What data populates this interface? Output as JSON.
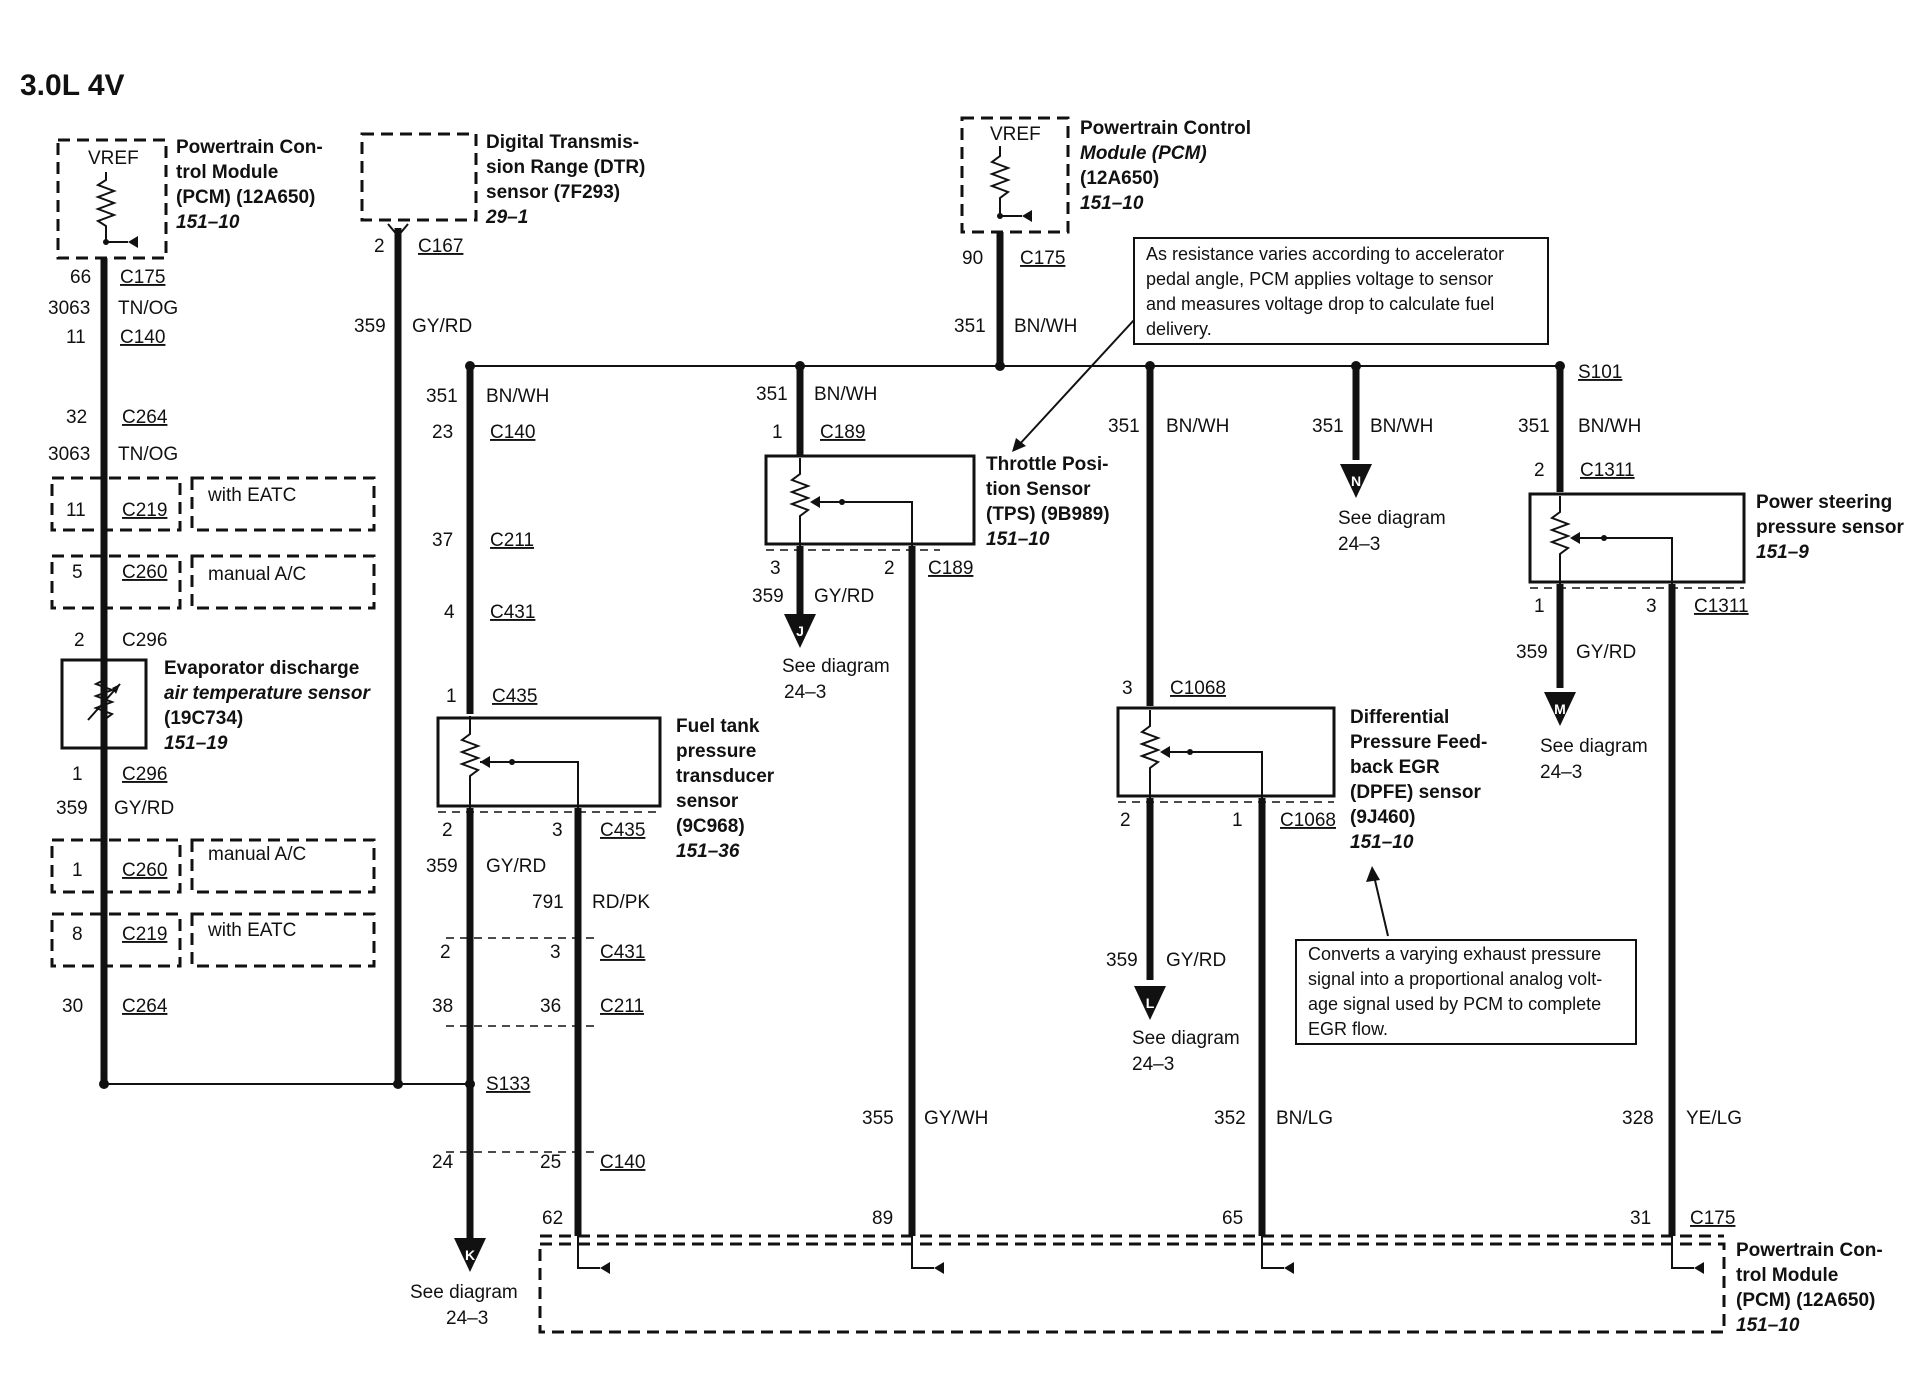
{
  "title": "3.0L 4V",
  "components": {
    "pcm_left": [
      "Powertrain Con-",
      "trol Module",
      "(PCM) (12A650)"
    ],
    "pcm_left_ref": "151–10",
    "pcm_vref_left": "VREF",
    "dtr": [
      "Digital Transmis-",
      "sion Range (DTR)",
      "sensor (7F293)"
    ],
    "dtr_ref": "29–1",
    "pcm_top": [
      "Powertrain Control",
      "Module (PCM)",
      "(12A650)"
    ],
    "pcm_top_ref": "151–10",
    "pcm_vref_top": "VREF",
    "evap": [
      "Evaporator discharge",
      "air temperature sensor",
      "(19C734)"
    ],
    "evap_ref": "151–19",
    "ftp": [
      "Fuel tank",
      "pressure",
      "transducer",
      "sensor",
      "(9C968)"
    ],
    "ftp_ref": "151–36",
    "tps": [
      "Throttle Posi-",
      "tion Sensor",
      "(TPS) (9B989)"
    ],
    "tps_ref": "151–10",
    "dpfe": [
      "Differential",
      "Pressure Feed-",
      "back EGR",
      "(DPFE) sensor",
      "(9J460)"
    ],
    "dpfe_ref": "151–10",
    "psp": [
      "Power steering",
      "pressure sensor"
    ],
    "psp_ref": "151–9",
    "pcm_bottom": [
      "Powertrain Con-",
      "trol Module",
      "(PCM) (12A650)"
    ],
    "pcm_bottom_ref": "151–10"
  },
  "notes": {
    "tps_note": [
      "As resistance varies according to accelerator",
      "pedal angle, PCM applies voltage to sensor",
      "and measures voltage drop to calculate fuel",
      "delivery."
    ],
    "dpfe_note": [
      "Converts a varying exhaust pressure",
      "signal into a proportional analog volt-",
      "age signal used by PCM to complete",
      "EGR flow."
    ]
  },
  "options": {
    "with_eatc": "with EATC",
    "manual_ac": "manual A/C"
  },
  "see_diagram": {
    "text": "See diagram",
    "ref": "24–3",
    "letters": [
      "J",
      "N",
      "M",
      "L",
      "K"
    ]
  },
  "circuits": {
    "c3063": "3063",
    "tn_og": "TN/OG",
    "c359": "359",
    "gy_rd": "GY/RD",
    "c351": "351",
    "bn_wh": "BN/WH",
    "c791": "791",
    "rd_pk": "RD/PK",
    "c355": "355",
    "gy_wh": "GY/WH",
    "c352": "352",
    "bn_lg": "BN/LG",
    "c328": "328",
    "ye_lg": "YE/LG"
  },
  "connectors": {
    "C175": "C175",
    "C140": "C140",
    "C264": "C264",
    "C219": "C219",
    "C260": "C260",
    "C296": "C296",
    "C167": "C167",
    "C211": "C211",
    "C431": "C431",
    "C435": "C435",
    "C189": "C189",
    "C1068": "C1068",
    "C1311": "C1311",
    "S101": "S101",
    "S133": "S133"
  },
  "pins": {
    "p1": "1",
    "p2": "2",
    "p3": "3",
    "p4": "4",
    "p5": "5",
    "p8": "8",
    "p11": "11",
    "p23": "23",
    "p24": "24",
    "p25": "25",
    "p30": "30",
    "p31": "31",
    "p32": "32",
    "p36": "36",
    "p37": "37",
    "p38": "38",
    "p62": "62",
    "p65": "65",
    "p66": "66",
    "p89": "89",
    "p90": "90"
  }
}
